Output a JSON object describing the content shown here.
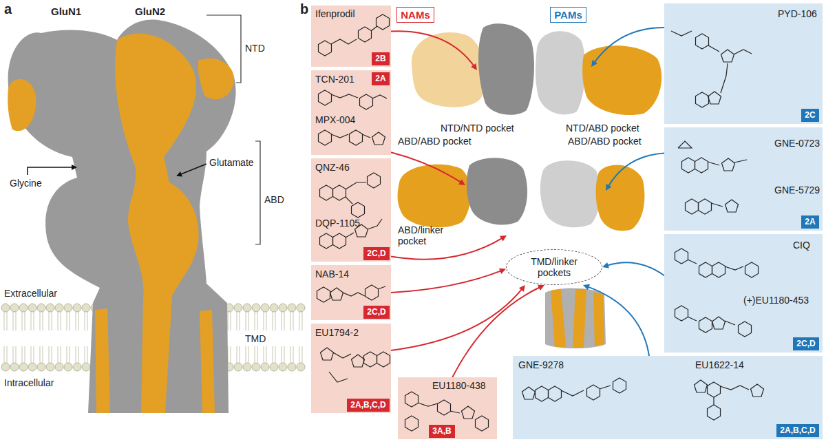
{
  "diagram": {
    "nodes": [
      {
        "text": [
          "NAMs"
        ]
      },
      {
        "text": [
          "Ifenprodil"
        ]
      },
      {
        "text": [
          "2B"
        ],
        "in": 1
      },
      {
        "text": [
          "TCN-201",
          "MPX-004"
        ]
      },
      {
        "text": [
          "2A"
        ],
        "in": 3
      },
      {
        "text": [
          "QNZ-46",
          "DQP-1105"
        ]
      },
      {
        "text": [
          "2C,D"
        ],
        "in": 5
      },
      {
        "text": [
          "NAB-14"
        ]
      },
      {
        "text": [
          "2C,D"
        ],
        "in": 7
      },
      {
        "text": [
          "EU1794-2"
        ]
      },
      {
        "text": [
          "2A,B,C,D"
        ],
        "in": 9
      },
      {
        "text": [
          "EU1180-438"
        ]
      },
      {
        "text": [
          "3A,B"
        ],
        "in": 11
      },
      {
        "text": [
          "NTD/NTD pocket"
        ]
      },
      {
        "text": [
          "NTD/ABD pocket"
        ]
      },
      {
        "text": [
          "ABD/ABD pocket"
        ]
      },
      {
        "text": [
          "ABD/ABD pocket"
        ]
      },
      {
        "text": [
          "ABD/linker pocket"
        ]
      },
      {
        "text": [
          "TMD/linker pockets"
        ]
      },
      {
        "text": [
          "PAMs"
        ]
      },
      {
        "text": [
          "PYD-106"
        ]
      },
      {
        "text": [
          "2C"
        ],
        "in": 20
      },
      {
        "text": [
          "GNE-0723",
          "GNE-5729"
        ]
      },
      {
        "text": [
          "2A"
        ],
        "in": 22
      },
      {
        "text": [
          "CIQ",
          "(+)EU1180-453"
        ]
      },
      {
        "text": [
          "2C,D"
        ],
        "in": 24
      },
      {
        "text": [
          "GNE-9278",
          "EU1622-14"
        ]
      },
      {
        "text": [
          "2A,B,C,D"
        ],
        "in": 26
      }
    ],
    "edges": [
      {
        "from": 1,
        "to": 13,
        "arrow": "to"
      },
      {
        "from": 3,
        "to": 15,
        "arrow": "to"
      },
      {
        "from": 5,
        "to": 17,
        "arrow": "to"
      },
      {
        "from": 7,
        "to": 18,
        "arrow": "to"
      },
      {
        "from": 9,
        "to": 18,
        "arrow": "to"
      },
      {
        "from": 11,
        "to": 18,
        "arrow": "to"
      },
      {
        "from": 20,
        "to": 14,
        "arrow": "to"
      },
      {
        "from": 22,
        "to": 16,
        "arrow": "to"
      },
      {
        "from": 24,
        "to": 18,
        "arrow": "to"
      },
      {
        "from": 26,
        "to": 18,
        "arrow": "to"
      }
    ],
    "labels": [
      "a",
      "GluN1",
      "GluN2",
      "NTD",
      "Glycine",
      "Glutamate",
      "ABD",
      "Extracellular",
      "Intracellular",
      "TMD",
      "b"
    ]
  }
}
